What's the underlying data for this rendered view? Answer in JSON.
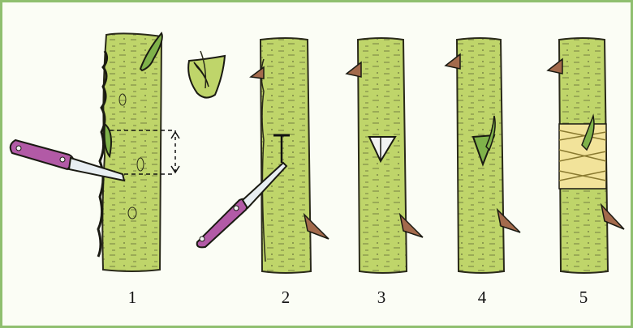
{
  "figure": {
    "labels": [
      "1",
      "2",
      "3",
      "4",
      "5"
    ]
  },
  "colors": {
    "frame_border": "#8fbf6f",
    "background": "#fbfdf5",
    "bark_green": "#bfd56a",
    "bark_shadow": "#2a2a1a",
    "knife_handle": "#b25aa6",
    "knife_blade": "#e8eef2",
    "bud_green": "#7fb24a",
    "binding_yellow": "#f2e39a",
    "ink": "#111111"
  },
  "icons": {
    "knife": "grafting-knife-icon",
    "bud_shield": "bud-shield-icon",
    "cross_cut": "t-cut-icon",
    "binding": "raffia-binding-icon"
  }
}
